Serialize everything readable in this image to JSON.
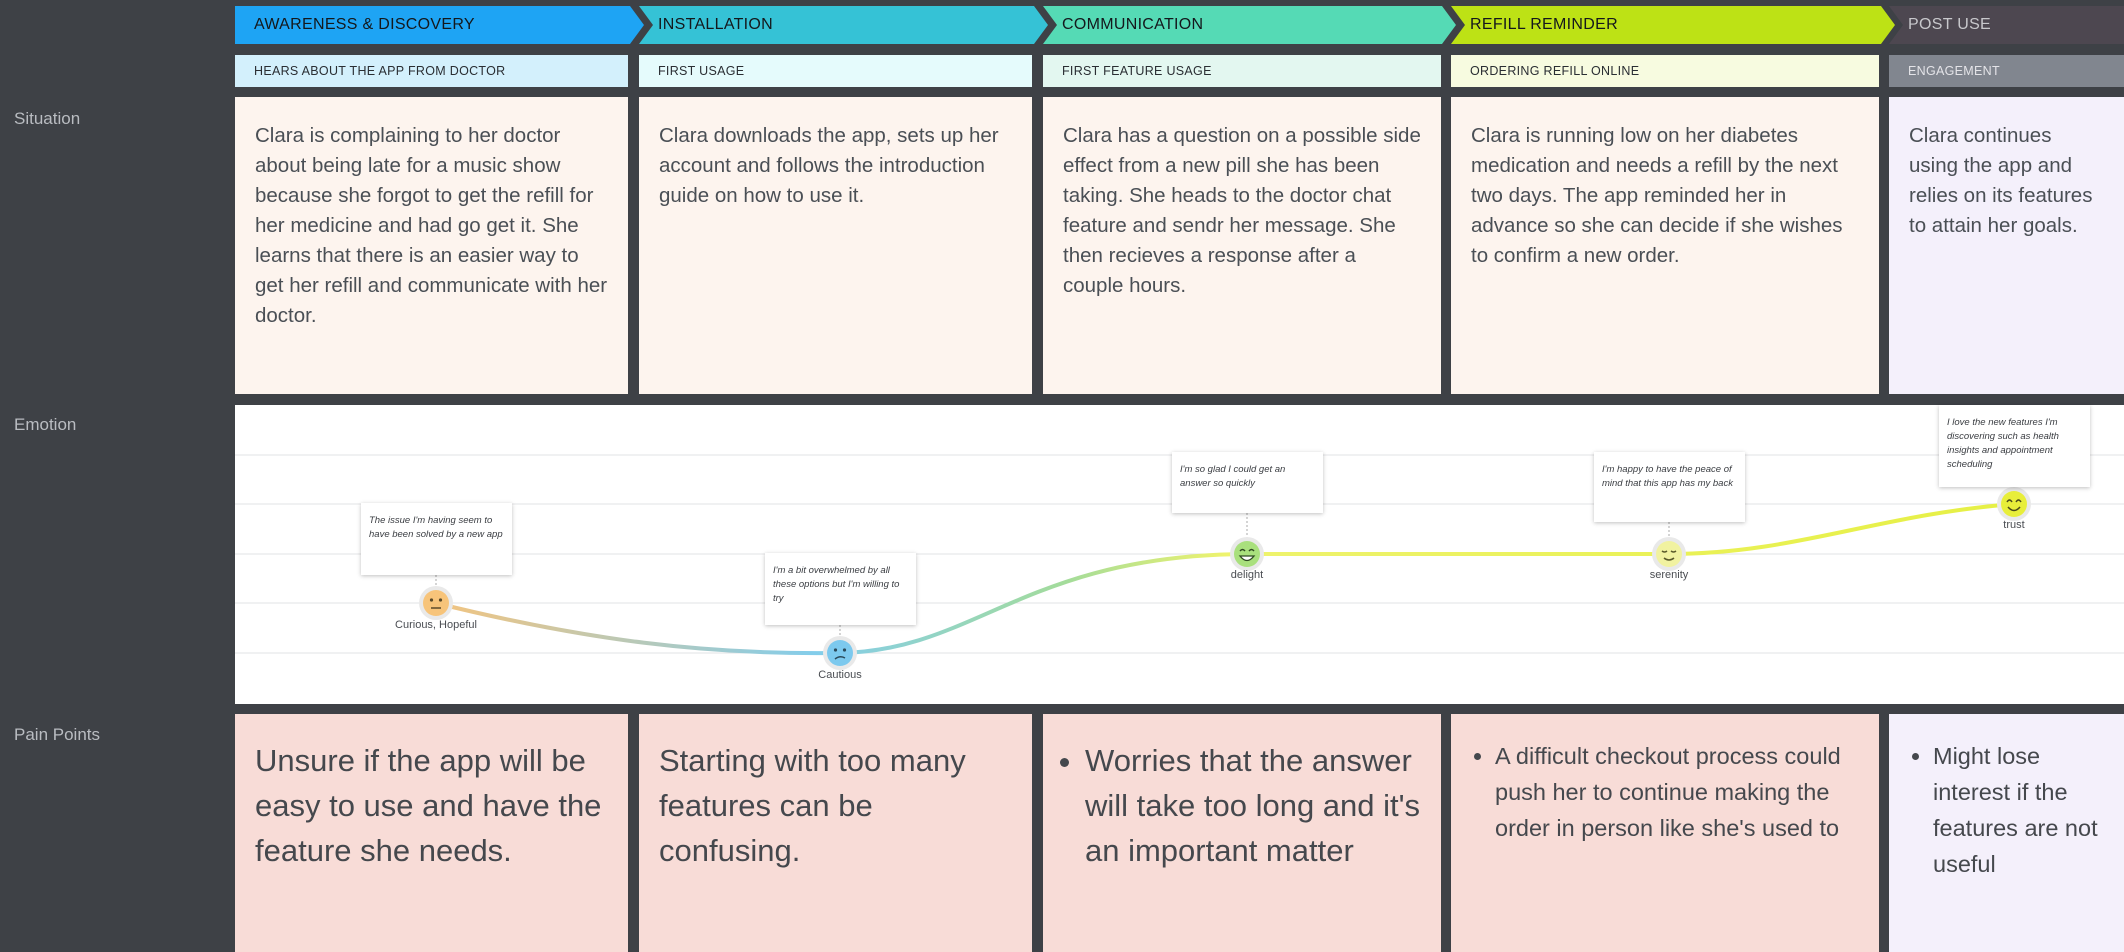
{
  "row_labels": {
    "situation": "Situation",
    "emotion": "Emotion",
    "pain_points": "Pain Points"
  },
  "phases": [
    {
      "title": "AWARENESS & DISCOVERY",
      "color": "#1ea4f4",
      "subtitle": "HEARS ABOUT THE APP FROM DOCTOR",
      "subtitle_color": "#d3f0fc",
      "situation": "Clara is complaining to her doctor about being late for a music show because she forgot to get the refill for her medicine and had go get it. She learns that there is an easier way to get her refill and communicate with her doctor.",
      "situation_color": "#fdf4ee",
      "pain_point": "Unsure if the app will be easy to use and have the feature she needs.",
      "pain_color": "#f8dcd7"
    },
    {
      "title": "INSTALLATION",
      "color": "#35c2d6",
      "subtitle": "FIRST USAGE",
      "subtitle_color": "#e5fbfc",
      "situation": "Clara downloads the app, sets up her account and follows the introduction guide on how to use it.",
      "situation_color": "#fdf4ee",
      "pain_point": "Starting with too many features can be confusing.",
      "pain_color": "#f8dcd7"
    },
    {
      "title": "COMMUNICATION",
      "color": "#55dab5",
      "subtitle": "FIRST FEATURE USAGE",
      "subtitle_color": "#e3f7f0",
      "situation": "Clara has a question on a possible side effect from a new pill she has been taking. She heads to the doctor chat feature and sendr her message. She then recieves a response after a couple hours.",
      "situation_color": "#fdf4ee",
      "pain_point": "Worries that the answer will take too long and it's an important matter",
      "pain_color": "#f8dcd7"
    },
    {
      "title": "REFILL REMINDER",
      "color": "#bde215",
      "subtitle": "ORDERING REFILL ONLINE",
      "subtitle_color": "#f7fbe0",
      "situation": "Clara is running low on her diabetes medication and needs a refill by the next two days. The app reminded her in advance so she can decide if she wishes to confirm a new order.",
      "situation_color": "#fdf4ee",
      "pain_point": "A difficult checkout process could push her to continue making the order in person like she's used to",
      "pain_color": "#f8dcd7"
    },
    {
      "title": "POST USE",
      "color": "#4d4750",
      "subtitle": "ENGAGEMENT",
      "subtitle_color": "#81868f",
      "situation": "Clara continues using the app and relies on its features to attain her goals.",
      "situation_color": "#f4f0fb",
      "pain_point": "Might lose interest if the features are not useful",
      "pain_color": "#f4f0fb"
    }
  ],
  "emotions": [
    {
      "label": "Curious, Hopeful",
      "quote": "The issue I'm having seem to have been solved by a new app",
      "face_color": "#f7c47a",
      "icon": "neutral-face-icon"
    },
    {
      "label": "Cautious",
      "quote": "I'm a bit overwhelmed by all these options but I'm willing to try",
      "face_color": "#7cc9ee",
      "icon": "worried-face-icon"
    },
    {
      "label": "delight",
      "quote": "I'm so glad I could get an answer so quickly",
      "face_color": "#a9e07d",
      "icon": "grinning-face-icon"
    },
    {
      "label": "serenity",
      "quote": "I'm happy to have the peace of mind that this app has my back",
      "face_color": "#f1f2a0",
      "icon": "calm-face-icon"
    },
    {
      "label": "trust",
      "quote": "I love the new features I'm discovering such as health insights and appointment scheduling",
      "face_color": "#e8ee3a",
      "icon": "smiling-face-icon"
    }
  ]
}
